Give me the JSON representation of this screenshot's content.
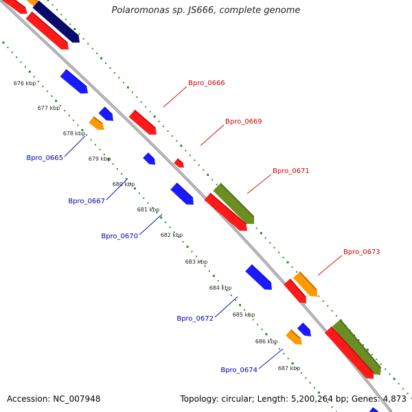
{
  "title": "Polaromonas sp. JS666, complete genome",
  "footer": {
    "accession": "Accession: NC_007948",
    "summary": "Topology: circular; Length: 5,200,264 bp; Genes: 4,873"
  },
  "colors": {
    "forward_gene": "#ff1a1a",
    "reverse_gene": "#1a1aff",
    "orange_feature": "#ff9900",
    "olive_feature": "#6b8e23",
    "navy_feature": "#0a0a6e",
    "backbone": "#999999",
    "gc_dots": "#228b22",
    "forward_label": "#cc0000",
    "reverse_label": "#0000aa"
  },
  "ticks": [
    "676 kbp",
    "677 kbp",
    "678 kbp",
    "679 kbp",
    "680 kbp",
    "681 kbp",
    "682 kbp",
    "683 kbp",
    "684 kbp",
    "685 kbp",
    "686 kbp",
    "687 kbp"
  ],
  "gene_labels_forward": [
    "Bpro_0666",
    "Bpro_0669",
    "Bpro_0671",
    "Bpro_0673"
  ],
  "gene_labels_reverse": [
    "Bpro_0665",
    "Bpro_0667",
    "Bpro_0670",
    "Bpro_0672",
    "Bpro_0674"
  ]
}
